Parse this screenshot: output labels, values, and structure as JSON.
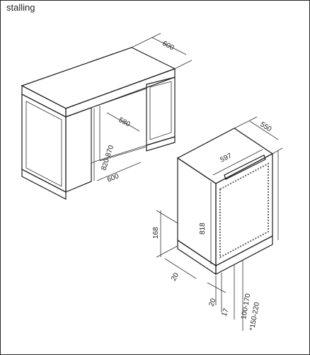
{
  "caption": "stalling",
  "counter": {
    "width_label": "600",
    "niche_width_label": "600",
    "niche_height_label": "820-870",
    "niche_depth_label": "580"
  },
  "appliance": {
    "depth_label": "550",
    "width_label": "597",
    "height_label": "818",
    "plinth_height_label": "168",
    "foot_label": "20",
    "side_label_1": "20",
    "side_label_2": "17",
    "adjust_label_1": "100-170",
    "adjust_label_2": "*150-220"
  }
}
